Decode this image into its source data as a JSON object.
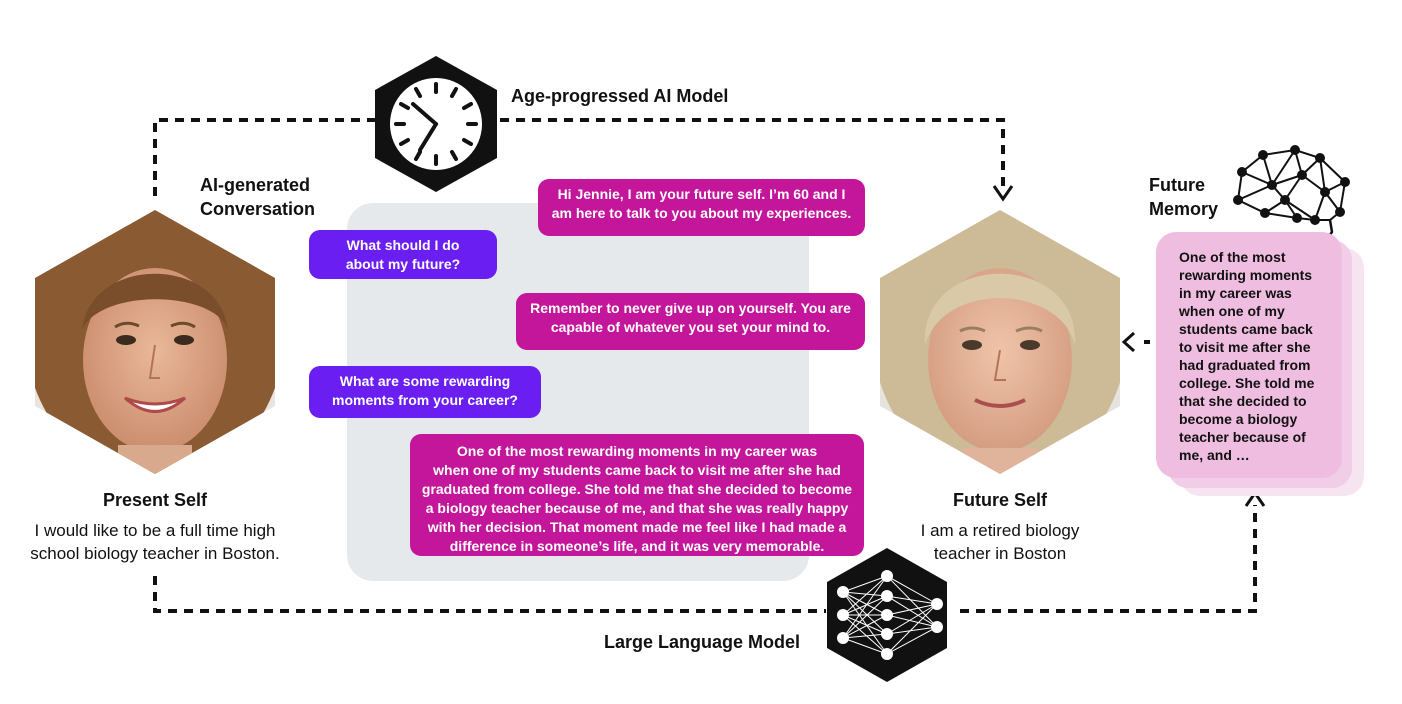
{
  "labels": {
    "age_model": "Age-progressed AI Model",
    "conversation_line1": "AI-generated",
    "conversation_line2": "Conversation",
    "future_memory_line1": "Future",
    "future_memory_line2": "Memory",
    "llm": "Large Language Model"
  },
  "present_self": {
    "title": "Present Self",
    "desc_line1": "I would like to be a full time high",
    "desc_line2": "school biology teacher in Boston."
  },
  "future_self": {
    "title": "Future Self",
    "desc_line1": "I am a retired biology",
    "desc_line2": "teacher in Boston"
  },
  "conversation": [
    {
      "role": "ai",
      "line1": "Hi Jennie, I am your future self. I’m 60 and I",
      "line2": "am here to talk to you about my experiences."
    },
    {
      "role": "user",
      "line1": "What should I do",
      "line2": "about my future?"
    },
    {
      "role": "ai",
      "line1": "Remember to never give up on yourself. You are",
      "line2": "capable of whatever you set your mind to."
    },
    {
      "role": "user",
      "line1": "What are some rewarding",
      "line2": "moments from your career?"
    },
    {
      "role": "ai",
      "lines": [
        "One of the most rewarding moments in my career was",
        "when one of my students came back to visit me after she had",
        "graduated from college. She told me that she decided to become",
        "a biology teacher because of me, and that she was really happy",
        "with her decision. That moment made me feel like I had made a",
        "difference in someone’s life, and it was very memorable."
      ]
    }
  ],
  "memory_lines": [
    "One of the most",
    "rewarding moments",
    "in my career was",
    "when one of my",
    "students came back",
    "to visit me after she",
    "had graduated from",
    "college. She told me",
    "that she decided to",
    "become a biology",
    "teacher because of",
    "me, and …"
  ],
  "colors": {
    "user_bubble": "#6a1ef2",
    "ai_bubble": "#c3169a",
    "panel": "#e5e9ec",
    "memory_card": "#efbde0"
  },
  "icons": {
    "age_model": "clock-icon",
    "llm": "neural-network-icon",
    "memory": "brain-network-icon"
  }
}
